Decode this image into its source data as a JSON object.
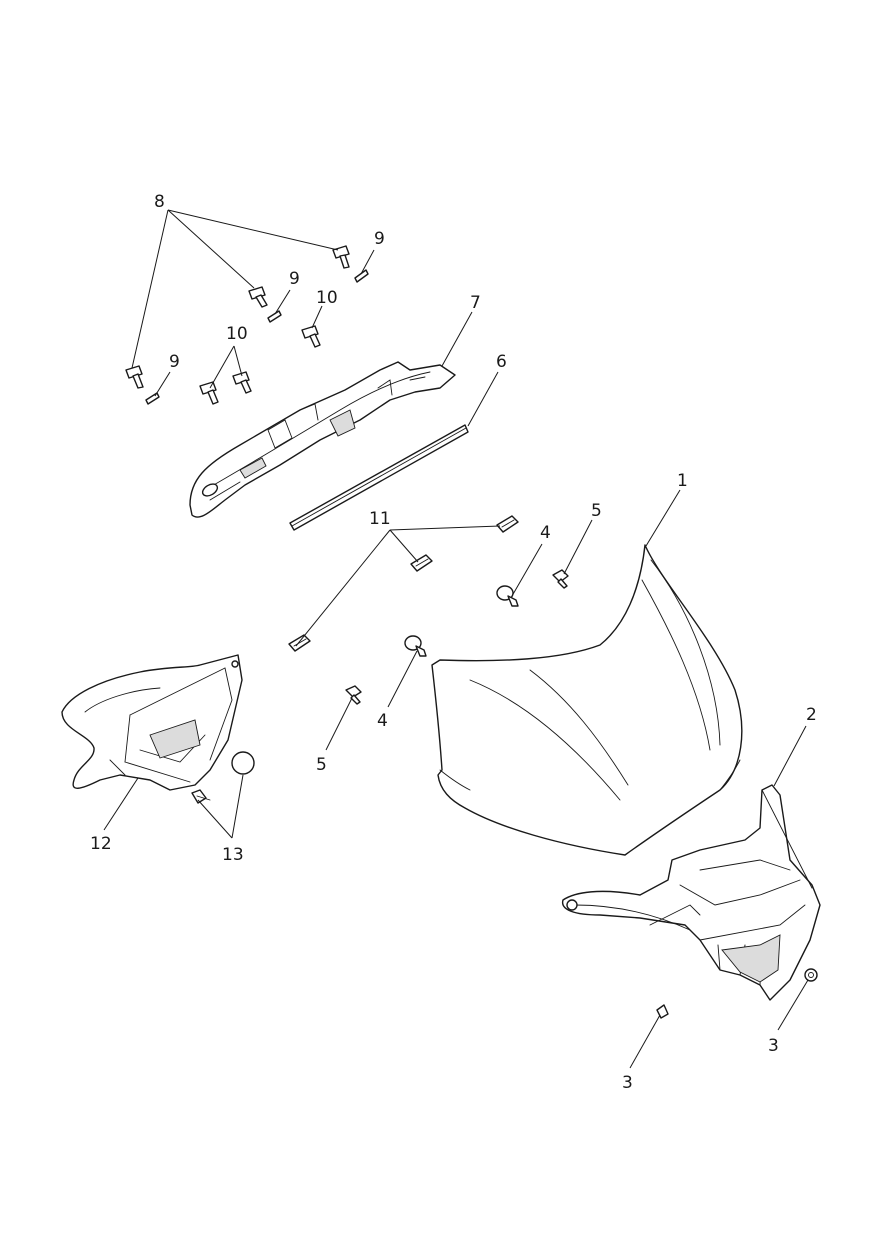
{
  "callouts": {
    "c1": "1",
    "c2": "2",
    "c3a": "3",
    "c3b": "3",
    "c4a": "4",
    "c4b": "4",
    "c5a": "5",
    "c5b": "5",
    "c6": "6",
    "c7": "7",
    "c8": "8",
    "c9a": "9",
    "c9b": "9",
    "c9c": "9",
    "c10a": "10",
    "c10b": "10",
    "c11": "11",
    "c12": "12",
    "c13": "13"
  }
}
